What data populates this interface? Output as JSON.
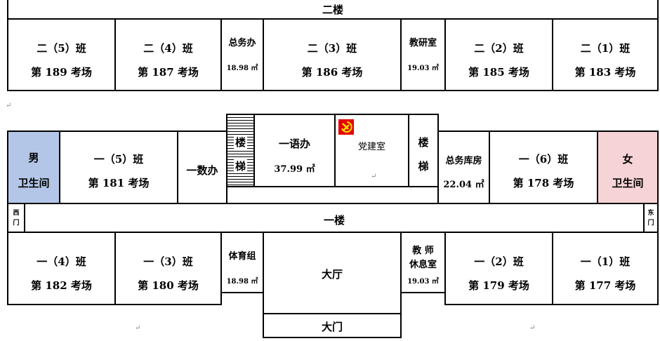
{
  "colors": {
    "male_restroom": "#b4c6e7",
    "female_restroom": "#f6d3d6",
    "party_emblem_bg": "#e30000",
    "party_emblem_fg": "#ffe000",
    "line": "#000000"
  },
  "floor2": {
    "label": "二楼",
    "rooms": [
      {
        "name": "二（5）班",
        "exam": "第 189 考场"
      },
      {
        "name": "二（4）班",
        "exam": "第 187 考场"
      },
      {
        "name": "总务办",
        "area": "18.98 ㎡"
      },
      {
        "name": "二（3）班",
        "exam": "第 186 考场"
      },
      {
        "name": "教研室",
        "area": "19.03 ㎡"
      },
      {
        "name": "二（2）班",
        "exam": "第 185 考场"
      },
      {
        "name": "二（1）班",
        "exam": "第 183 考场"
      }
    ]
  },
  "floor1": {
    "label": "一楼",
    "north_rooms": [
      {
        "name": "男",
        "name2": "卫生间"
      },
      {
        "name": "一（5）班",
        "exam": "第 181 考场"
      },
      {
        "name": "一数办"
      },
      {
        "name": "楼",
        "name2": "梯"
      },
      {
        "name": "一语办",
        "area": "37.99 ㎡"
      },
      {
        "name": "党建室",
        "icon": "party-emblem-icon"
      },
      {
        "name": "楼",
        "name2": "梯"
      },
      {
        "name": "总务库房",
        "area": "22.04 ㎡"
      },
      {
        "name": "一（6）班",
        "exam": "第 178 考场"
      },
      {
        "name": "女",
        "name2": "卫生间"
      }
    ],
    "west_door": "西门",
    "east_door": "东门",
    "south_rooms": [
      {
        "name": "一（4）班",
        "exam": "第 182 考场"
      },
      {
        "name": "一（3）班",
        "exam": "第 180 考场"
      },
      {
        "name": "体育组",
        "area": "18.98 ㎡"
      },
      {
        "name": "大厅"
      },
      {
        "name": "教 师",
        "name2": "休息室",
        "area": "19.03 ㎡"
      },
      {
        "name": "一（2）班",
        "exam": "第 179 考场"
      },
      {
        "name": "一（1）班",
        "exam": "第 177 考场"
      }
    ],
    "main_gate": "大门"
  }
}
